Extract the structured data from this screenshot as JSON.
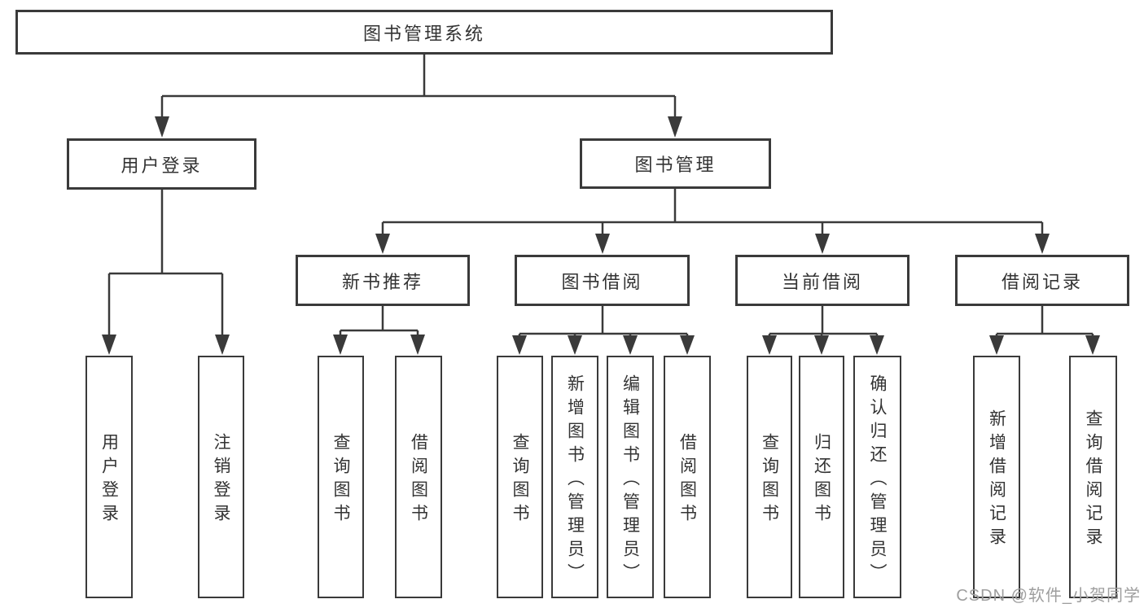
{
  "diagram": {
    "root": "图书管理系统",
    "level2": {
      "user_login": "用户登录",
      "book_mgmt": "图书管理"
    },
    "level3": {
      "new_books": "新书推荐",
      "book_borrow": "图书借阅",
      "current_borrow": "当前借阅",
      "borrow_records": "借阅记录"
    },
    "leaves": {
      "user_login_1": "用户登录",
      "user_login_2": "注销登录",
      "new_books_1": "查询图书",
      "new_books_2": "借阅图书",
      "book_borrow_1": "查询图书",
      "book_borrow_2": "新增图书（管理员）",
      "book_borrow_3": "编辑图书（管理员）",
      "book_borrow_4": "借阅图书",
      "current_borrow_1": "查询图书",
      "current_borrow_2": "归还图书",
      "current_borrow_3": "确认归还（管理员）",
      "borrow_records_1": "新增借阅记录",
      "borrow_records_2": "查询借阅记录"
    }
  },
  "watermark": "CSDN @软件_小贺同学",
  "colors": {
    "line": "#3a3a3a",
    "text": "#333333",
    "watermark": "#9e9e9e",
    "background": "#ffffff"
  }
}
